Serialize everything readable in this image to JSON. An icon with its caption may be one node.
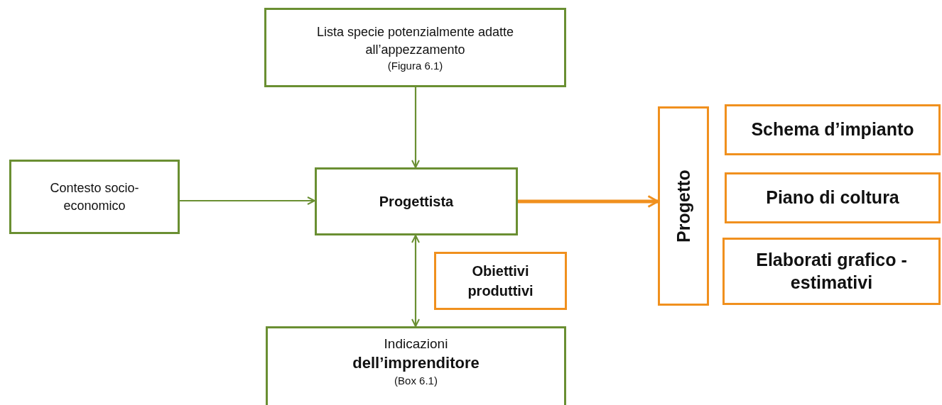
{
  "diagram": {
    "nodes": [
      {
        "text": [
          "Lista specie potenzialmente adatte all’appezzamento",
          "(Figura 6.1)"
        ]
      },
      {
        "text": [
          "Contesto socio-economico"
        ]
      },
      {
        "text": [
          "Progettista"
        ]
      },
      {
        "text": [
          "Obiettivi produttivi"
        ]
      },
      {
        "text": [
          "Indicazioni **dell’imprenditore**",
          "(Box 6.1)"
        ]
      },
      {
        "text": [
          "Progetto"
        ]
      },
      {
        "text": [
          "Schema d’impianto"
        ]
      },
      {
        "text": [
          "Piano di coltura"
        ]
      },
      {
        "text": [
          "Elaborati grafico - estimativi"
        ]
      }
    ],
    "edges": [
      {
        "from": 0,
        "to": 2,
        "arrow": "to"
      },
      {
        "from": 1,
        "to": 2,
        "arrow": "to"
      },
      {
        "from": 2,
        "to": 4,
        "arrow": "both"
      },
      {
        "from": 2,
        "to": 5,
        "arrow": "to",
        "style": "thick",
        "color": "#f0901e"
      }
    ]
  }
}
